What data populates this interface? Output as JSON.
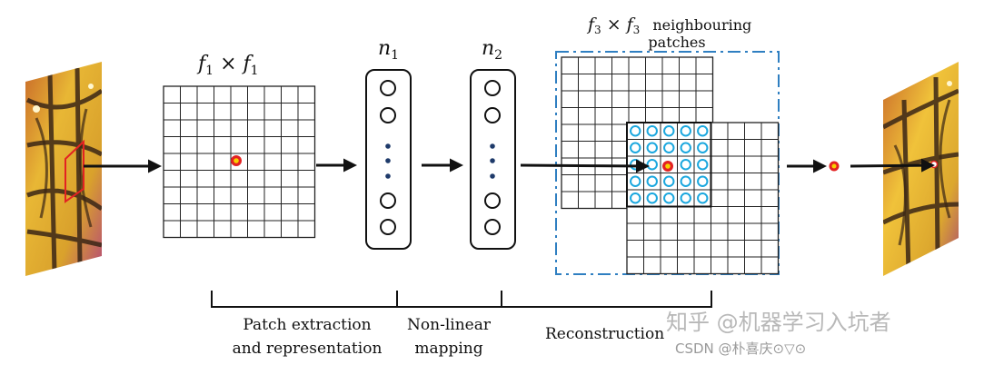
{
  "labels": {
    "f1_base": "f",
    "f1_sub": "1",
    "f1_times": "×",
    "n1_base": "n",
    "n1_sub": "1",
    "n2_base": "n",
    "n2_sub": "2",
    "f3_base": "f",
    "f3_sub": "3",
    "f3_times": "×",
    "neighbouring": "neighbouring",
    "patches": "patches"
  },
  "stages": {
    "patch_line1": "Patch extraction",
    "patch_line2": "and representation",
    "nonlinear_line1": "Non-linear",
    "nonlinear_line2": "mapping",
    "reconstruction": "Reconstruction"
  },
  "watermark": {
    "zhihu": "知乎 @机器学习入坑者",
    "csdn": "CSDN @朴喜庆⊙▽⊙"
  },
  "colors": {
    "grid": "#222222",
    "accent_blue": "#2f7fc1",
    "cyan_circle": "#1aa7de",
    "center_red": "#e32222",
    "center_yellow": "#f7d000",
    "butterfly_yellow": "#e8b735",
    "butterfly_dark": "#3a2616"
  }
}
